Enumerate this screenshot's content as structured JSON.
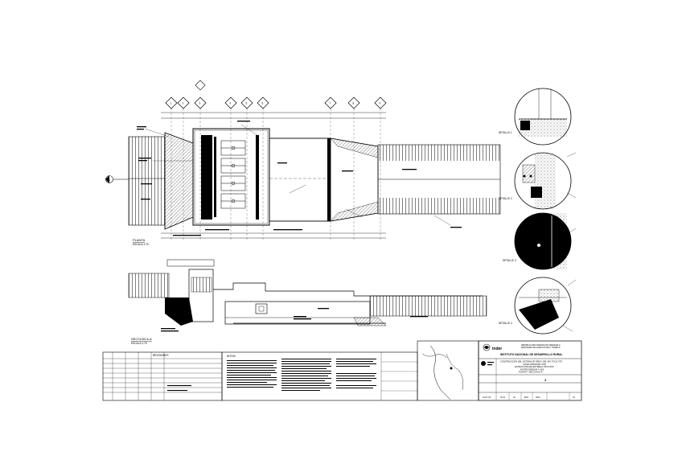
{
  "views": {
    "plan": {
      "title": "PLANTA",
      "scale": "ESCALA 1:75"
    },
    "section": {
      "title": "SECCION A-A",
      "scale": "ESCALA 1:75"
    }
  },
  "axis_markers": [
    "1",
    "2",
    "3",
    "4",
    "5",
    "6",
    "7",
    "8",
    "9"
  ],
  "section_marker": "A",
  "details": [
    {
      "title": "DETALLE 1"
    },
    {
      "title": "DETALLE 2"
    },
    {
      "title": "DETALLE 3"
    },
    {
      "title": "DETALLE 4"
    }
  ],
  "title_block": {
    "org_line1": "REPUBLICA BOLIVARIANA DE VENEZUELA",
    "org_line2": "MINISTERIO DE AGRICULTURA Y TIERRAS",
    "logo_text": "inder",
    "institute": "INSTITUTO NACIONAL DE DESARROLLO RURAL",
    "project_lines": [
      "CONSTRUCCION DEL SISTEMA DE RIEGO DEL RIO TOCUYITO",
      "CANAL PRINCIPAL CPR",
      "ESTRUCTURA DE ENTREGA TIPO NIVO",
      "EN PROGRESIVA 7+000",
      "PLANTA Y SECCION A-A"
    ],
    "sheet_number": "2",
    "codes": [
      "01-07-03",
      "SI-01",
      "A1",
      "ESC.",
      "2014",
      "01"
    ]
  },
  "notes_header": "NOTAS",
  "revisions_header": "REVISIONES"
}
